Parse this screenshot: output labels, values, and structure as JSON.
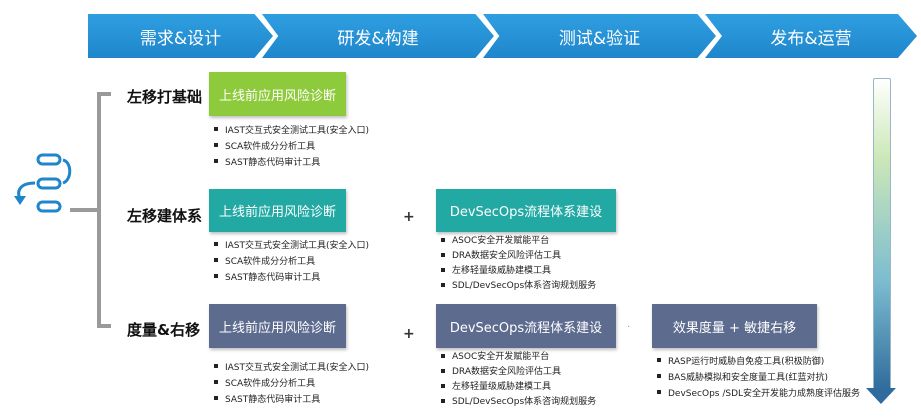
{
  "stages": [
    "需求&设计",
    "研发&构建",
    "测试&验证",
    "发布&运营"
  ],
  "rows": [
    {
      "title": "左移打基础",
      "box1": "上线前应用风险诊断",
      "items1": [
        "IAST交互式安全测试工具(安全入口)",
        "SCA软件成分分析工具",
        "SAST静态代码审计工具"
      ]
    },
    {
      "title": "左移建体系",
      "box1": "上线前应用风险诊断",
      "items1": [
        "IAST交互式安全测试工具(安全入口)",
        "SCA软件成分分析工具",
        "SAST静态代码审计工具"
      ],
      "box2": "DevSecOps流程体系建设",
      "items2": [
        "ASOC安全开发赋能平台",
        "DRA数据安全风险评估工具",
        "左移轻量级威胁建模工具",
        "SDL/DevSecOps体系咨询规划服务"
      ]
    },
    {
      "title": "度量&右移",
      "box1": "上线前应用风险诊断",
      "items1": [
        "IAST交互式安全测试工具(安全入口)",
        "SCA软件成分分析工具",
        "SAST静态代码审计工具"
      ],
      "box2": "DevSecOps流程体系建设",
      "items2": [
        "ASOC安全开发赋能平台",
        "DRA数据安全风险评估工具",
        "左移轻量级威胁建模工具",
        "SDL/DevSecOps体系咨询规划服务"
      ],
      "box3": "效果度量 + 敏捷右移",
      "items3": [
        "RASP运行时威胁自免疫工具(积极防御)",
        "BAS威胁模拟和安全度量工具(红蓝对抗)",
        "DevSecOps /SDL安全开发能力成熟度评估服务"
      ]
    }
  ],
  "plus": "+",
  "dot": "·",
  "colors": {
    "stage": "#1f8ad0",
    "green": "#8ecb3c",
    "teal": "#22a9a3",
    "slate": "#5c6b8e"
  }
}
